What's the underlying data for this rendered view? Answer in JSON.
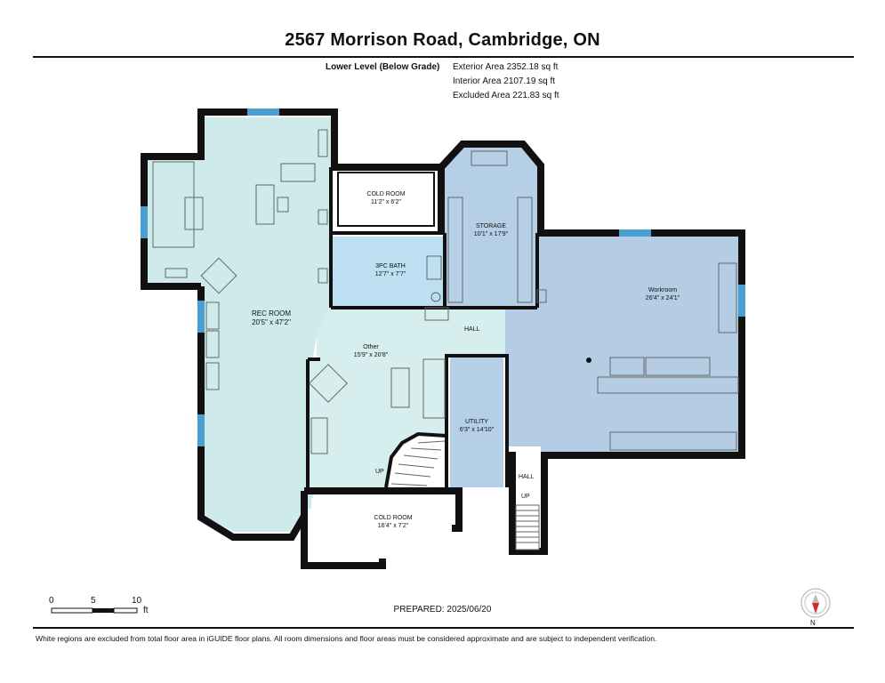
{
  "header": {
    "title": "2567 Morrison Road, Cambridge, ON",
    "level_label": "Lower Level (Below Grade)",
    "exterior_area": "Exterior Area 2352.18 sq ft",
    "interior_area": "Interior Area 2107.19 sq ft",
    "excluded_area": "Excluded Area 221.83 sq ft"
  },
  "rooms": {
    "rec_room": {
      "name": "REC ROOM",
      "dims": "20'5\" x 47'2\""
    },
    "cold_room_top": {
      "name": "COLD ROOM",
      "dims": "11'2\" x 6'2\""
    },
    "bath": {
      "name": "3PC BATH",
      "dims": "12'7\" x 7'7\""
    },
    "storage": {
      "name": "STORAGE",
      "dims": "10'1\" x 17'9\""
    },
    "workroom": {
      "name": "Workroom",
      "dims": "26'4\" x 24'1\""
    },
    "other": {
      "name": "Other",
      "dims": "15'9\" x 20'8\""
    },
    "hall_main": {
      "name": "HALL"
    },
    "utility": {
      "name": "UTILITY",
      "dims": "6'3\" x 14'10\""
    },
    "hall_small": {
      "name": "HALL"
    },
    "cold_room_bottom": {
      "name": "COLD ROOM",
      "dims": "16'4\" x 7'2\""
    },
    "up_left": "UP",
    "up_right": "UP"
  },
  "scale": {
    "ticks": [
      "0",
      "5",
      "10"
    ],
    "unit": "ft"
  },
  "prepared": "PREPARED: 2025/06/20",
  "compass": {
    "label": "N"
  },
  "footer": "White regions are excluded from total floor area in iGUIDE floor plans. All room dimensions and floor areas must be considered approximate and are subject to independent verification.",
  "colors": {
    "rec_room": "#cfeaea",
    "bath": "#bcdff2",
    "storage": "#b4cfe6",
    "workroom": "#b4cde4",
    "other": "#d6eeee",
    "utility": "#b4cfe6",
    "wall": "#111111",
    "window": "#4a9ed0"
  }
}
